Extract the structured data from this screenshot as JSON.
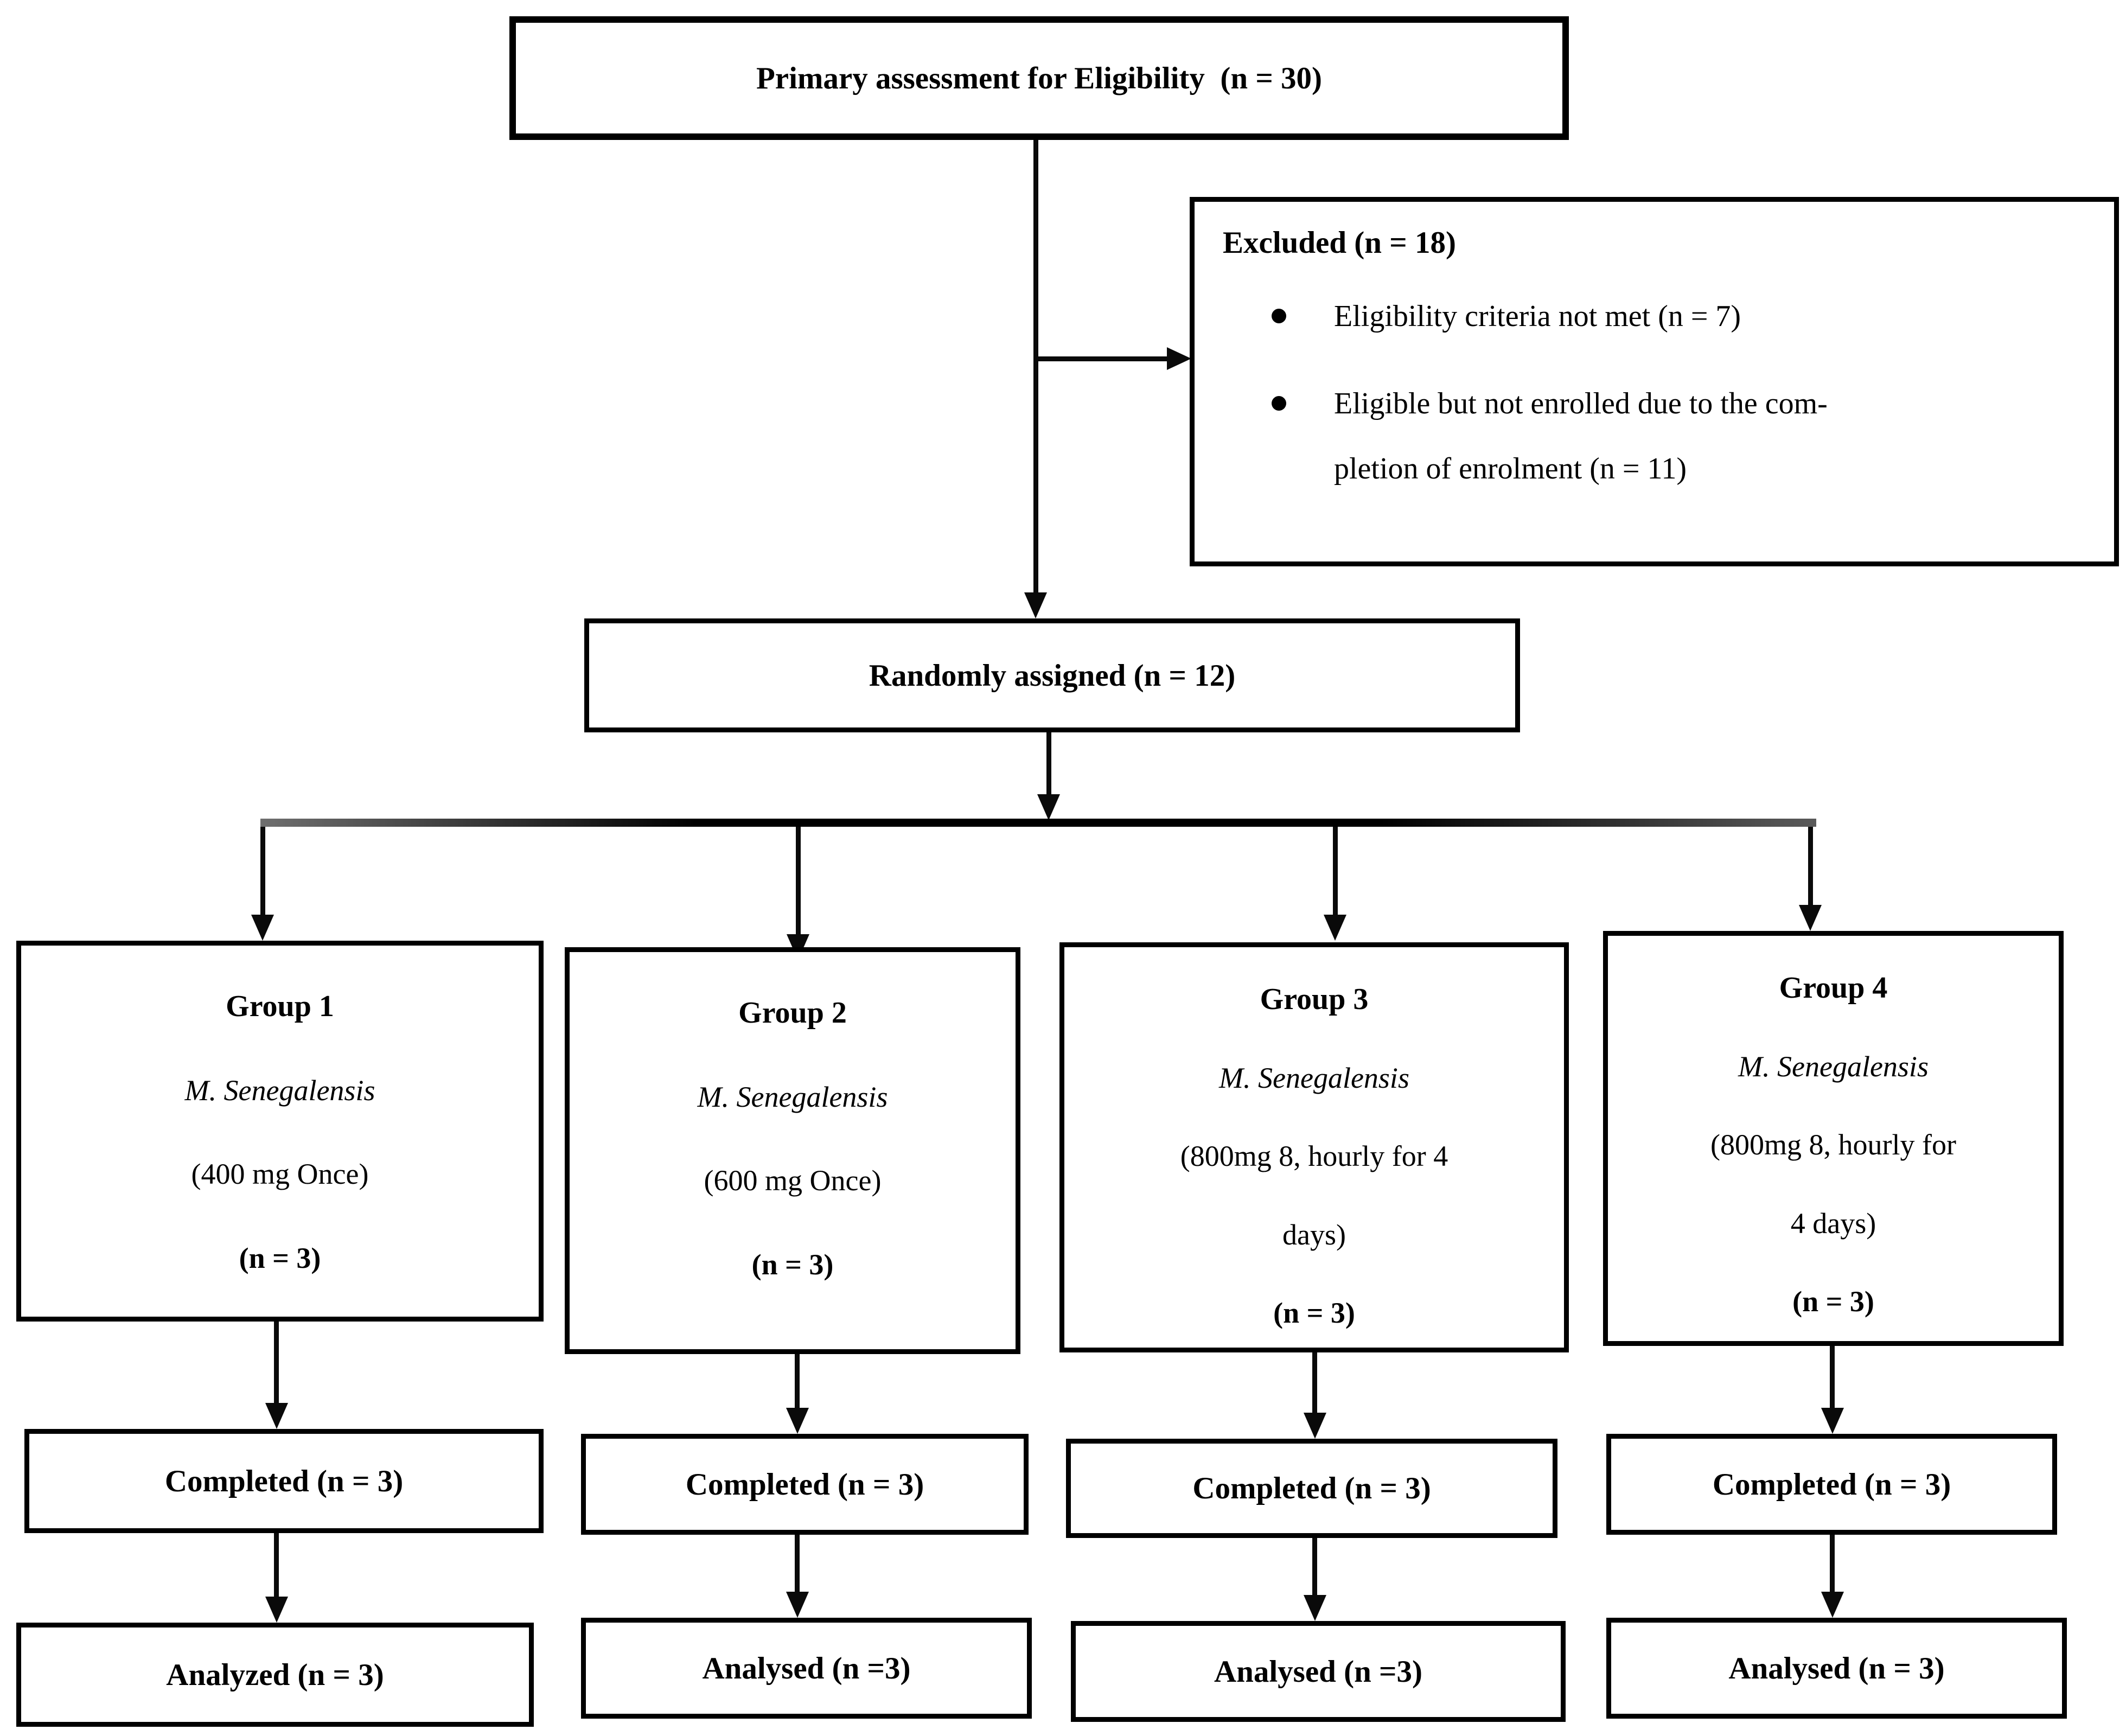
{
  "figure": {
    "colors": {
      "line": "#000000",
      "background": "#ffffff"
    },
    "primary_box": {
      "label": "Primary assessment for Eligibility  (n = 30)"
    },
    "excluded_box": {
      "title": "Excluded (n = 18)",
      "bullet_1": "Eligibility criteria not met (n = 7)",
      "bullet_2_line_1": "Eligible but not enrolled due to the com-",
      "bullet_2_line_2": "pletion of enrolment (n = 11)"
    },
    "random_box": {
      "label": "Randomly assigned (n = 12)"
    },
    "groups": [
      {
        "title": "Group 1",
        "species": "M. Senegalensis",
        "dose_line_1": "(400 mg Once)",
        "dose_line_2": "",
        "enrolled": "(n = 3)",
        "completed": "Completed (n = 3)",
        "analyzed": "Analyzed (n = 3)"
      },
      {
        "title": "Group 2",
        "species": "M. Senegalensis",
        "dose_line_1": "(600 mg Once)",
        "dose_line_2": "",
        "enrolled": "(n = 3)",
        "completed": "Completed (n = 3)",
        "analyzed": "Analysed (n =3)"
      },
      {
        "title": "Group 3",
        "species": "M. Senegalensis",
        "dose_line_1": "(800mg 8, hourly for 4",
        "dose_line_2": "days)",
        "enrolled": "(n = 3)",
        "completed": "Completed (n = 3)",
        "analyzed": "Analysed (n =3)"
      },
      {
        "title": "Group 4",
        "species": "M. Senegalensis",
        "dose_line_1": "(800mg 8, hourly for",
        "dose_line_2": "4 days)",
        "enrolled": "(n = 3)",
        "completed": "Completed (n = 3)",
        "analyzed": "Analysed (n = 3)"
      }
    ]
  }
}
